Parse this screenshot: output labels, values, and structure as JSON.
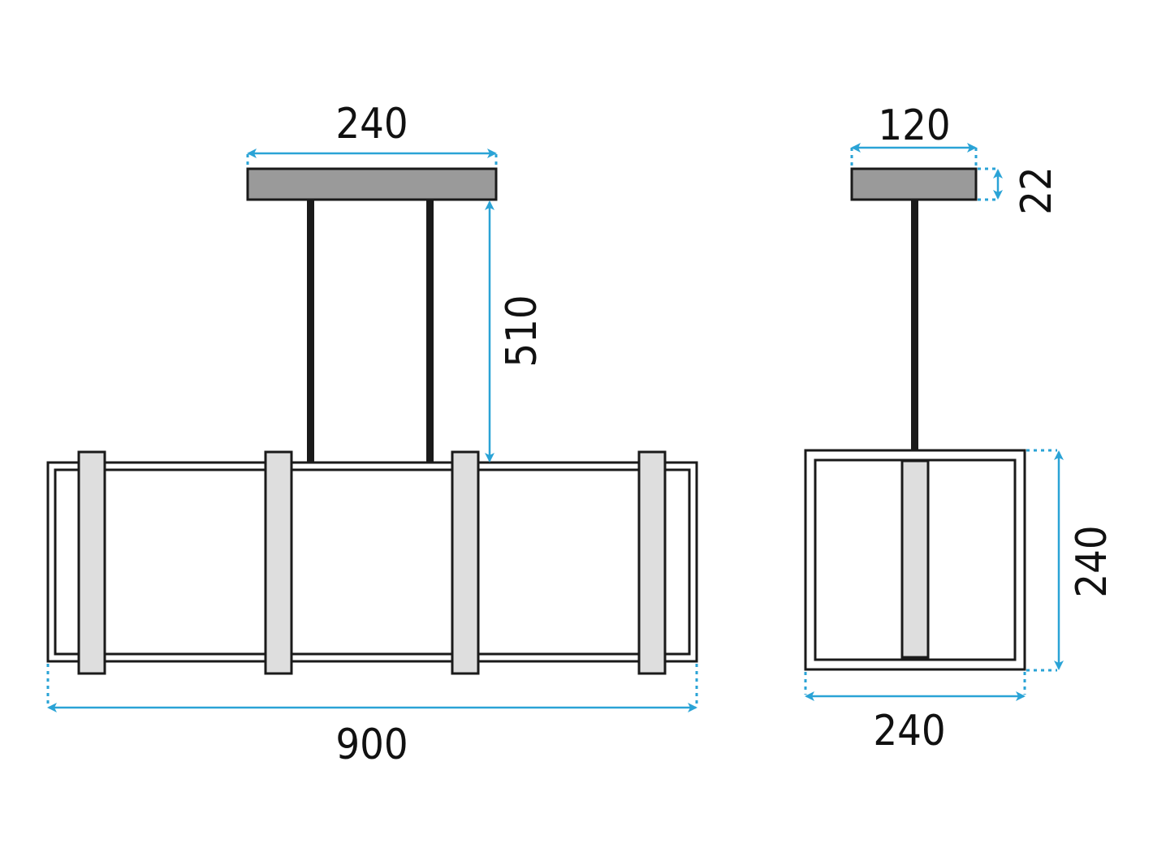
{
  "dimensions": {
    "front_canopy_width": "240",
    "front_drop_height": "510",
    "front_total_width": "900",
    "side_canopy_width": "120",
    "side_canopy_height": "22",
    "side_body_height": "240",
    "side_body_width": "240"
  },
  "colors": {
    "dimension_line": "#2aa3d6",
    "canopy_fill": "#9a9a9a",
    "stick_fill": "#dedede",
    "outline": "#1a1a1a"
  },
  "icons": {
    "arrowhead": "arrow-icon"
  }
}
